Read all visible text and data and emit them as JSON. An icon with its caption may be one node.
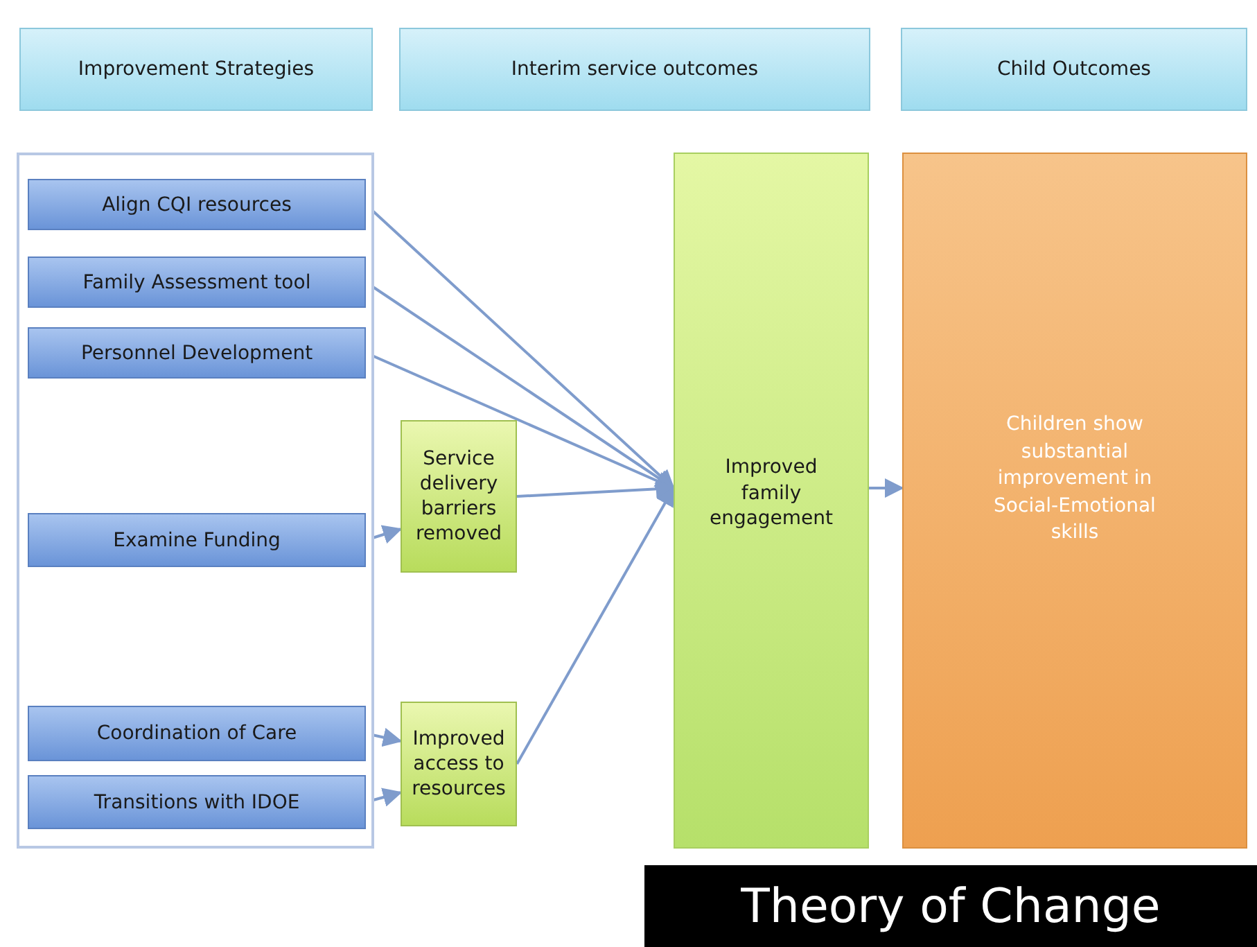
{
  "diagram": {
    "title": "Theory of Change",
    "nodes": [
      {
        "text": [
          "Improvement Strategies"
        ]
      },
      {
        "text": [
          "Interim service outcomes"
        ]
      },
      {
        "text": [
          "Child Outcomes"
        ]
      },
      {
        "text": [],
        "shape": "box"
      },
      {
        "text": [
          "Align CQI resources"
        ],
        "in": 3
      },
      {
        "text": [
          "Family Assessment tool"
        ],
        "in": 3
      },
      {
        "text": [
          "Personnel Development"
        ],
        "in": 3
      },
      {
        "text": [
          "Examine Funding"
        ],
        "in": 3
      },
      {
        "text": [
          "Coordination of Care"
        ],
        "in": 3
      },
      {
        "text": [
          "Transitions with IDOE"
        ],
        "in": 3
      },
      {
        "text": [
          "Service delivery barriers removed"
        ]
      },
      {
        "text": [
          "Improved access to resources"
        ]
      },
      {
        "text": [
          "Improved family engagement"
        ]
      },
      {
        "text": [
          "Children show substantial improvement in Social-Emotional skills"
        ]
      }
    ],
    "edges": [
      {
        "from": 4,
        "to": 12,
        "arrow": "to"
      },
      {
        "from": 5,
        "to": 12,
        "arrow": "to"
      },
      {
        "from": 6,
        "to": 12,
        "arrow": "to"
      },
      {
        "from": 7,
        "to": 10,
        "arrow": "to"
      },
      {
        "from": 10,
        "to": 12,
        "arrow": "to"
      },
      {
        "from": 8,
        "to": 11,
        "arrow": "to"
      },
      {
        "from": 9,
        "to": 11,
        "arrow": "to"
      },
      {
        "from": 11,
        "to": 12,
        "arrow": "to"
      },
      {
        "from": 12,
        "to": 13,
        "arrow": "to"
      }
    ]
  }
}
